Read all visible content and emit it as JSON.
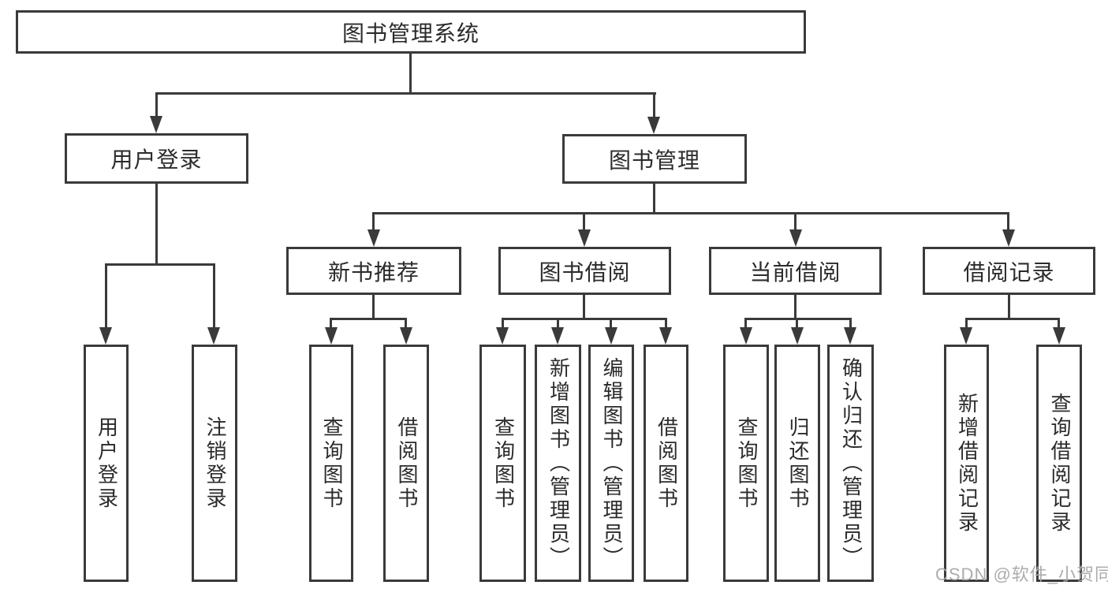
{
  "diagram": {
    "root": "图书管理系统",
    "level2": [
      {
        "label": "用户登录",
        "children": [
          "用户登录",
          "注销登录"
        ]
      },
      {
        "label": "图书管理",
        "children": [
          {
            "label": "新书推荐",
            "children": [
              "查询图书",
              "借阅图书"
            ]
          },
          {
            "label": "图书借阅",
            "children": [
              "查询图书",
              "新增图书（管理员）",
              "编辑图书（管理员）",
              "借阅图书"
            ]
          },
          {
            "label": "当前借阅",
            "children": [
              "查询图书",
              "归还图书",
              "确认归还（管理员）"
            ]
          },
          {
            "label": "借阅记录",
            "children": [
              "新增借阅记录",
              "查询借阅记录"
            ]
          }
        ]
      }
    ]
  },
  "watermark": {
    "text": "CSDN @软件_小贺同学"
  },
  "colors": {
    "line": "#3a3a3a",
    "text": "#2b2b2b",
    "background": "#ffffff",
    "watermark": "#a8a8aa"
  }
}
